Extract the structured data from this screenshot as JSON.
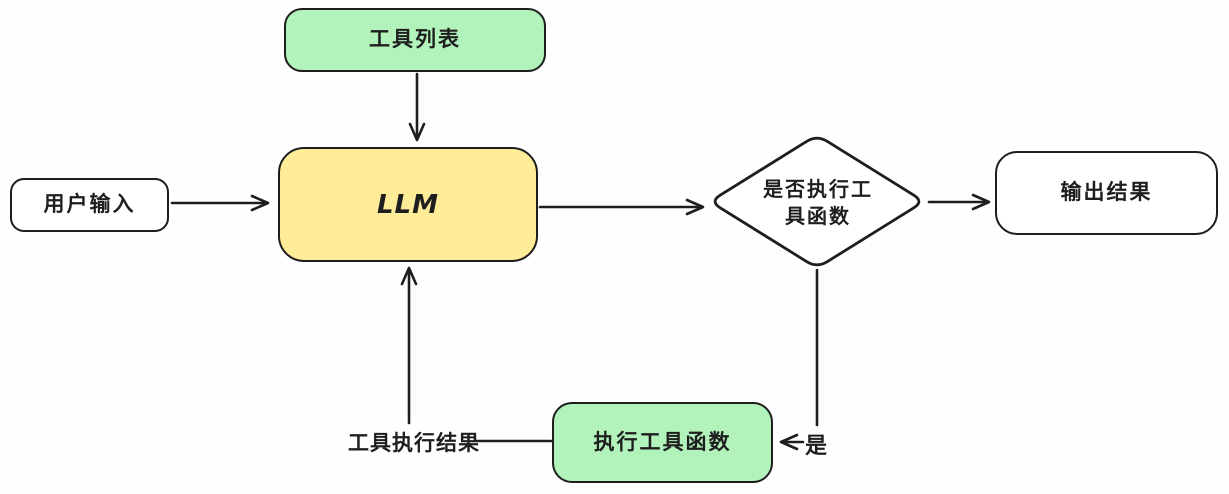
{
  "diagram_title": "LLM tool-calling flow",
  "colors": {
    "stroke": "#1e1e1e",
    "green_fill": "#b2f2bb",
    "yellow_fill": "#ffec99",
    "white_fill": "#ffffff",
    "background": "#fefefe"
  },
  "nodes": {
    "tool_list": {
      "label": "工具列表",
      "shape": "rounded-rect",
      "fill": "green"
    },
    "user_input": {
      "label": "用户输入",
      "shape": "rounded-rect",
      "fill": "white"
    },
    "llm": {
      "label": "LLM",
      "shape": "rounded-rect",
      "fill": "yellow"
    },
    "decision": {
      "label": "是否执行工具函数",
      "shape": "diamond",
      "fill": "white"
    },
    "output": {
      "label": "输出结果",
      "shape": "rounded-rect",
      "fill": "white"
    },
    "execute_tool": {
      "label": "执行工具函数",
      "shape": "rounded-rect",
      "fill": "green"
    }
  },
  "labels": {
    "tool_result": "工具执行结果",
    "yes": "是"
  },
  "edges": [
    {
      "from": "user_input",
      "to": "llm",
      "arrow": true,
      "label": ""
    },
    {
      "from": "tool_list",
      "to": "llm",
      "arrow": true,
      "label": ""
    },
    {
      "from": "llm",
      "to": "decision",
      "arrow": true,
      "label": ""
    },
    {
      "from": "decision",
      "to": "output",
      "arrow": true,
      "label": ""
    },
    {
      "from": "decision",
      "to": "execute_tool",
      "arrow": true,
      "label": "是"
    },
    {
      "from": "execute_tool",
      "to": "tool_result",
      "arrow": false,
      "label": "工具执行结果"
    },
    {
      "from": "tool_result",
      "to": "llm",
      "arrow": true,
      "label": ""
    }
  ]
}
